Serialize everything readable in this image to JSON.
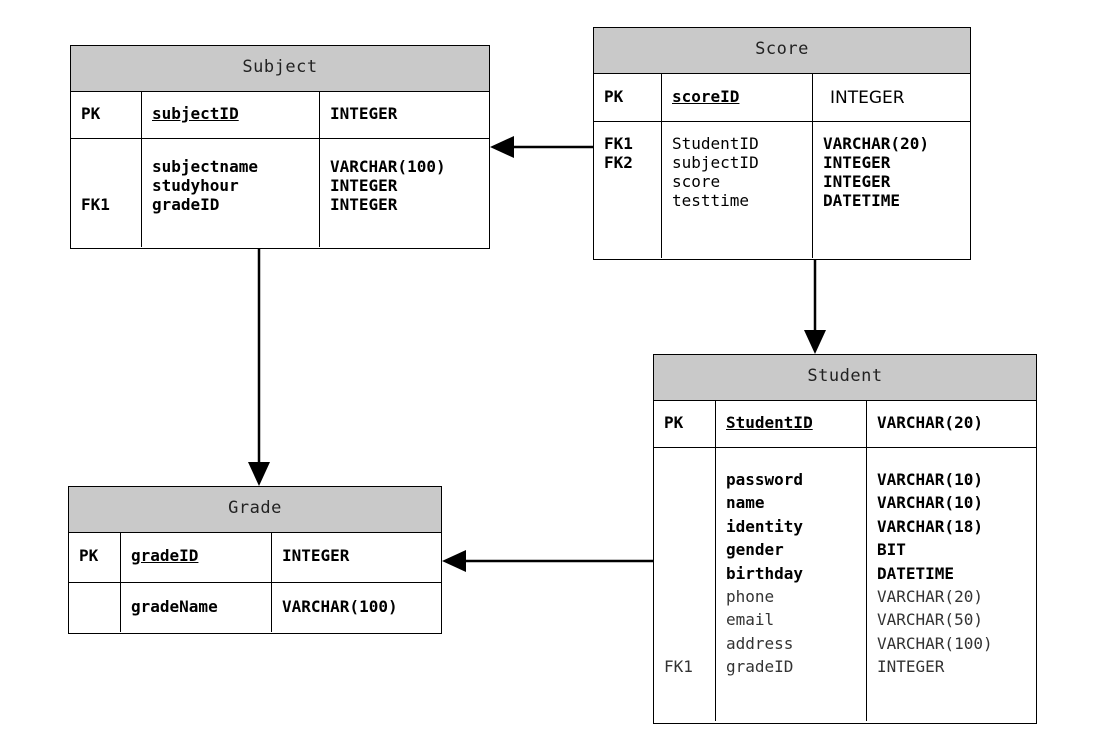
{
  "entities": {
    "subject": {
      "title": "Subject",
      "pk": {
        "key": "PK",
        "name": "subjectID",
        "type": "INTEGER"
      },
      "keys": [
        "",
        "",
        "FK1"
      ],
      "names": [
        "subjectname",
        "studyhour",
        "gradeID"
      ],
      "types": [
        "VARCHAR(100)",
        "INTEGER",
        "INTEGER"
      ]
    },
    "score": {
      "title": "Score",
      "pk": {
        "key": "PK",
        "name": "scoreID",
        "type": "INTEGER"
      },
      "keys": [
        "FK1",
        "FK2",
        "",
        ""
      ],
      "names": [
        "StudentID",
        "subjectID",
        "score",
        "testtime"
      ],
      "types": [
        "VARCHAR(20)",
        "INTEGER",
        "INTEGER",
        "DATETIME"
      ]
    },
    "student": {
      "title": "Student",
      "pk": {
        "key": "PK",
        "name": "StudentID",
        "type": "VARCHAR(20)"
      },
      "keys": [
        "",
        "",
        "",
        "",
        "",
        "",
        "",
        "",
        "FK1"
      ],
      "names": [
        "password",
        "name",
        "identity",
        "gender",
        "birthday",
        "phone",
        "email",
        "address",
        "gradeID"
      ],
      "types": [
        "VARCHAR(10)",
        "VARCHAR(10)",
        "VARCHAR(18)",
        "BIT",
        "DATETIME",
        "VARCHAR(20)",
        "VARCHAR(50)",
        "VARCHAR(100)",
        "INTEGER"
      ]
    },
    "grade": {
      "title": "Grade",
      "pk": {
        "key": "PK",
        "name": "gradeID",
        "type": "INTEGER"
      },
      "keys": [
        ""
      ],
      "names": [
        "gradeName"
      ],
      "types": [
        "VARCHAR(100)"
      ]
    }
  }
}
